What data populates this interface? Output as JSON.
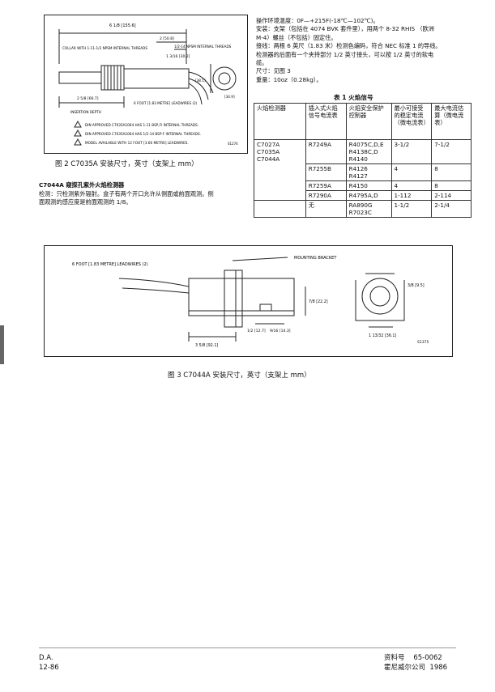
{
  "figure2": {
    "caption": "图 2   C7035A 安装尺寸，英寸（支架上 mm）",
    "labels": {
      "dim_top": "6 1/8 [155.6]",
      "dim_2": "2 [50.8]",
      "dim_frac": "1 3/16 [30.2]",
      "collar": "COLLAR WITH 1-11-1/2 NPSM INTERNAL THREADS",
      "threads": "1/2-14 NPSM INTERNAL THREADS",
      "dim_side": "[38.1]",
      "dim_right": "[34.9]",
      "dim_bottom": "2 5/8 [66.7]",
      "insertion": "INSERTION DEPTH",
      "leadwires": "6 FOOT [1.83 METRE] LEADWIRES (2)",
      "note1": "DIN APPROVED C7035A1064 HAS 1-11 BSP,FI INTERNAL THREADS.",
      "note2": "DIN APPROVED C7035A1064 HAS 1/2-14 BSP-F INTERNAL THREADS.",
      "note3": "MODEL AVAILABLE WITH 12 FOOT [3.66 METRE] LEADWIRES.",
      "code": "S1274"
    }
  },
  "c7044": {
    "title": "C7044A 窥探孔紫外火焰检测器",
    "lines": [
      "检测：只检测紫外辐射。盒子有两个开口允许从侧面或前面观测。侧",
      "面观测的感应度是前面观测的 1/8。"
    ]
  },
  "right_text": {
    "lines": [
      "操作环境温度：0F—+215F(-18℃—102℃)。",
      "安装：支架（包括在 4074 BVK 套件里），用两个 8-32 RHIS （欧洲",
      "M-4）螺丝（不包括）固定住。",
      "接线：两根 6 英尺（1.83 米）检测色编码，符合 NEC 标准 1 的导线。",
      "检测器的后面有一个夹持部分 1/2 英寸接头，可以按 1/2 英寸的软电",
      "缆。",
      "尺寸：见图 3",
      "重量：10oz（0.28kg）。"
    ]
  },
  "table1": {
    "title": "表 1    火焰信号",
    "headers": [
      "火焰检测器",
      "插入式火焰信号电流表",
      "火焰安全保护控制器",
      "最小可接受的稳定电流（微电流表）",
      "最大电流估算（微电流表）"
    ],
    "detectors": [
      "C7027A",
      "C7035A",
      "C7044A"
    ],
    "rows": [
      {
        "meter": "R7249A",
        "controllers": [
          "R4075C,D,E",
          "R4138C,D",
          "R4140"
        ],
        "min": "3-1/2",
        "max": "7-1/2"
      },
      {
        "meter": "R7255B",
        "controllers": [
          "R4126",
          "R4127"
        ],
        "min": "4",
        "max": "8"
      },
      {
        "meter": "R7259A",
        "controllers": [
          "R4150"
        ],
        "min": "4",
        "max": "8"
      },
      {
        "meter": "R7290A",
        "controllers": [
          "R4795A,D"
        ],
        "min": "1-112",
        "max": "2-114"
      },
      {
        "meter": "无",
        "controllers": [
          "RA890G",
          "R7023C"
        ],
        "min": "1-1/2",
        "max": "2-1/4"
      }
    ]
  },
  "figure3": {
    "caption": "图 3    C7044A 安装尺寸，英寸（支架上 mm）",
    "labels": {
      "leadwires": "6 FOOT [1.83 METRE] LEADWIRES (2)",
      "bracket": "MOUNTING BRACKET",
      "dim_h": "7/8 [22.2]",
      "dim_r": "3/8 [9.5]",
      "dim_a": "1/2 [12.7]",
      "dim_b": "9/16 [14.3]",
      "dim_len": "3 5/8 [92.1]",
      "dim_c": "1 13/32 [36.1]",
      "code": "S1375"
    }
  },
  "footer": {
    "left1": "D.A.",
    "left2": "12-86",
    "right1_label": "资料号",
    "right1_value": "65-0062",
    "right2_label": "霍尼威尔公司",
    "right2_value": "1986"
  }
}
